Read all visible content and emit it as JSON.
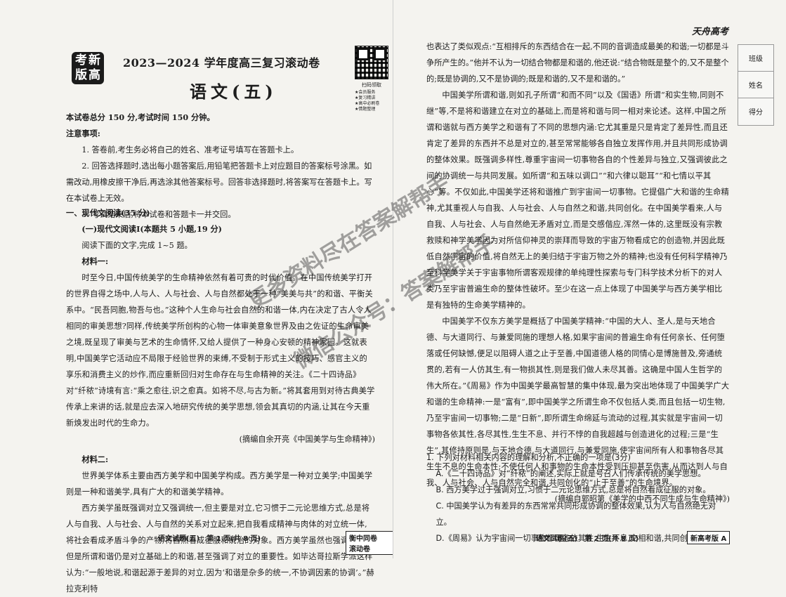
{
  "header": {
    "logo_chars": [
      "考",
      "新",
      "版",
      "高"
    ],
    "exam_title": "2023—2024 学年度高三复习滚动卷",
    "subject_title": "语文(五)",
    "qr_label": "扫码领取",
    "qr_services": [
      "★会员服务",
      "★复习精讲",
      "★高中必刷卷",
      "★情题整理"
    ]
  },
  "instructions": {
    "total": "本试卷总分 150 分,考试时间 150 分钟。",
    "heading": "注意事项:",
    "items": [
      "1. 答卷前,考生务必将自己的姓名、准考证号填写在答题卡上。",
      "2. 回答选择题时,选出每小题答案后,用铅笔把答题卡上对应题目的答案标号涂黑。如需改动,用橡皮擦干净后,再选涂其他答案标号。回答非选择题时,将答案写在答题卡上。写在本试卷上无效。",
      "3. 考试结束后,将本试卷和答题卡一并交回。"
    ]
  },
  "section": {
    "title": "一、现代文阅读(35 分)",
    "sub_title": "(一)现代文阅读Ⅰ(本题共 5 小题,19 分)",
    "prompt": "阅读下面的文字,完成 1~5 题。",
    "material1_label": "材料一:",
    "material1_text": "时至今日,中国传统美学的生命精神依然有着可贵的时代价值。在中国传统美学打开的世界自得之场中,人与人、人与社会、人与自然都处于一种“美美与共”的和谐、平衡关系中。“民吾同胞,物吾与也。”这种个人生命与社会自然的和谐一体,内在决定了古人令人相同的审美思想?同样,传统美学所创构的心物一体审美意象世界及由之佐证的生命审美之境,既呈现了审美与艺术的生命情怀,又给人提供了一种身心安顿的精神家园。这就表明,中国美学它活动应不局限于经验世界的束缚,不受制于形式主义的技巧、感官主义的享乐和消费主义的炒作,而应重新回归对生命存在与生命精神的关注。《二十四诗品》对“纤秾”诗境有言:“乘之愈往,识之愈真。如将不尽,与古为新。”将其套用到对待古典美学传承上来讲的话,就是应去深入地研究传统的美学思想,领会其真切的内涵,让其在今天重新焕发出时代的生命力。",
    "material1_source": "(摘编自余开亮《中国美学与生命精神》)",
    "material2_label": "材料二:",
    "material2_p1": "世界美学体系主要由西方美学和中国美学构成。西方美学是一种对立美学;中国美学则是一种和谐美学,具有广大的和谐美学精神。",
    "material2_p2": "西方美学虽既强调对立又强调统一,但主要是对立,它习惯于二元论思维方式,总是将人与自我、人与社会、人与自然的关系对立起来,把自我看成精神与肉体的对立统一体,将社会看成矛盾斗争的产物,将自然看成征服和统治的对象。西方美学虽然也强调和谐,但是所谓和谐仍是对立基础上的和谐,甚至强调了对立的重要性。如毕达哥拉斯学派这样认为:“一般地说,和谐起源于差异的对立,因为‘和谐是杂多的统一,不协调因素的协调’。”赫拉克利特",
    "material2_cont": "也表达了类似观点:“互相排斥的东西结合在一起,不同的音调造成最美的和谐;一切都是斗争所产生的。”他并不认为一切结合物都是和谐的,他还说:“结合物既是整个的,又不是整个的;既是协调的,又不是协调的;既是和谐的,又不是和谐的。”",
    "material2_p3": "中国美学所谓和谐,则如孔子所谓“和而不同”以及《国语》所谓“和实生物,同则不继”等,不是将和谐建立在对立的基础上,而是将和谐与同一相对来论述。这样,中国之所谓和谐就与西方美学之和谐有了不同的思想内涵:它尤其重是只是肯定了差异性,而且还肯定了差异的东西并不总是对立的,甚至常常能够各自独立发挥作用,并且共同形成协调的整体效果。既强调多样性,尊重宇宙间一切事物各自的个性差异与独立,又强调彼此之间的协调统一与共同发展。如所谓“和五味以调口”“和六律以聪耳”“和七情以平其心”等。不仅如此,中国美学还将和谐推广到宇宙间一切事物。它提倡广大和谐的生命精神,尤其重视人与自我、人与社会、人与自然之和谐,共同创化。在中国美学看来,人与自我、人与社会、人与自然绝无矛盾对立,而是交感偕应,浑然一体的,这里既没有宗教救赎和神学美学因为对所信仰神灵的崇拜而导致的宇宙万物看成它的创造物,并因此既低自然宇宙的价值,将自然无上的美归结于宇宙万物之外的精神;也没有任何科学精神乃至科学美学关于宇宙事物所谓客观规律的单纯理性探索与专门科学技术分析下的对人类乃至宇宙普遍生命的整体性破坏。至少在这一点上体现了中国美学与西方美学相比是有独特的生命美学精神的。",
    "material2_p4": "中国美学不仅东方美学是概括了中国美学精神:“中国的大人、圣人,是与天地合德、与大道同行、与兼爱同施的理想人格,如果宇宙间的普遍生命有任何亲长、任何堕落或任何缺憾,便足以阻碍人道之止于至善,中国道德人格的同情心是博施普及,旁通统贯的,若有一人仿其生,有一物损其性,则是我们做人未尽其善。这确是中国人生哲学的伟大所在。”《周易》作为中国美学最高智慧的集中体现,最为突出地体现了中国美学广大和谐的生命精神:一是“富有”,即中国美学之所谓生命不仅包括人类,而且包括一切生物,乃至宇宙间一切事物;二是“日新”,即所谓生命绵延与流动的过程,其实就是宇宙间一切事物各依其性,各尽其性,生生不息、并行不悖的自我超越与创造进化的过程;三是“生生”,其修持原则是,与天地合德,与大道同行,与兼爱同施,使宇宙间所有人和事物各尽其生生不息的生命本性;不使任何人和事物的生命本性受到压抑甚至伤害,从而达到人与自我、人与社会、人与自然完全和谐,共同创化的“止于至善”的生命境界。",
    "material2_source": "(摘编自郭昭第《美学的中西不同生成与生命精神》)"
  },
  "question1": {
    "stem": "1. 下列对材料相关内容的理解和分析,不正确的一项是(3分)",
    "options": [
      "A.《二十四诗品》对“纤秾”的阐述,实际上就是号召人们传承传统的美学思想。",
      "B. 西方美学过于强调对立,习惯于二元论思维方式,总是将自然看成征服的对象。",
      "C. 中国美学认为有差异的东西常常共同形成协调的整体效果,认为人与自然绝无对立。",
      "D.《周易》认为宇宙间一切事物都可各依其性,生生不息,交相和谐,共同创化。"
    ]
  },
  "footer": {
    "left_page": "语文试题(五)　第 1 页(共 8 页)",
    "left_stamp": "衡中同卷　滚动卷",
    "right_page": "语文试题(五)　第 2 页(共 8 页)",
    "right_stamp": "新高考版 A"
  },
  "sidebar": {
    "brand": "天舟高考",
    "fields": [
      "班级",
      "姓名",
      "得分"
    ]
  },
  "watermarks": [
    "更多资料尽在答案解帮手",
    "微信公众号：答案解帮手"
  ]
}
